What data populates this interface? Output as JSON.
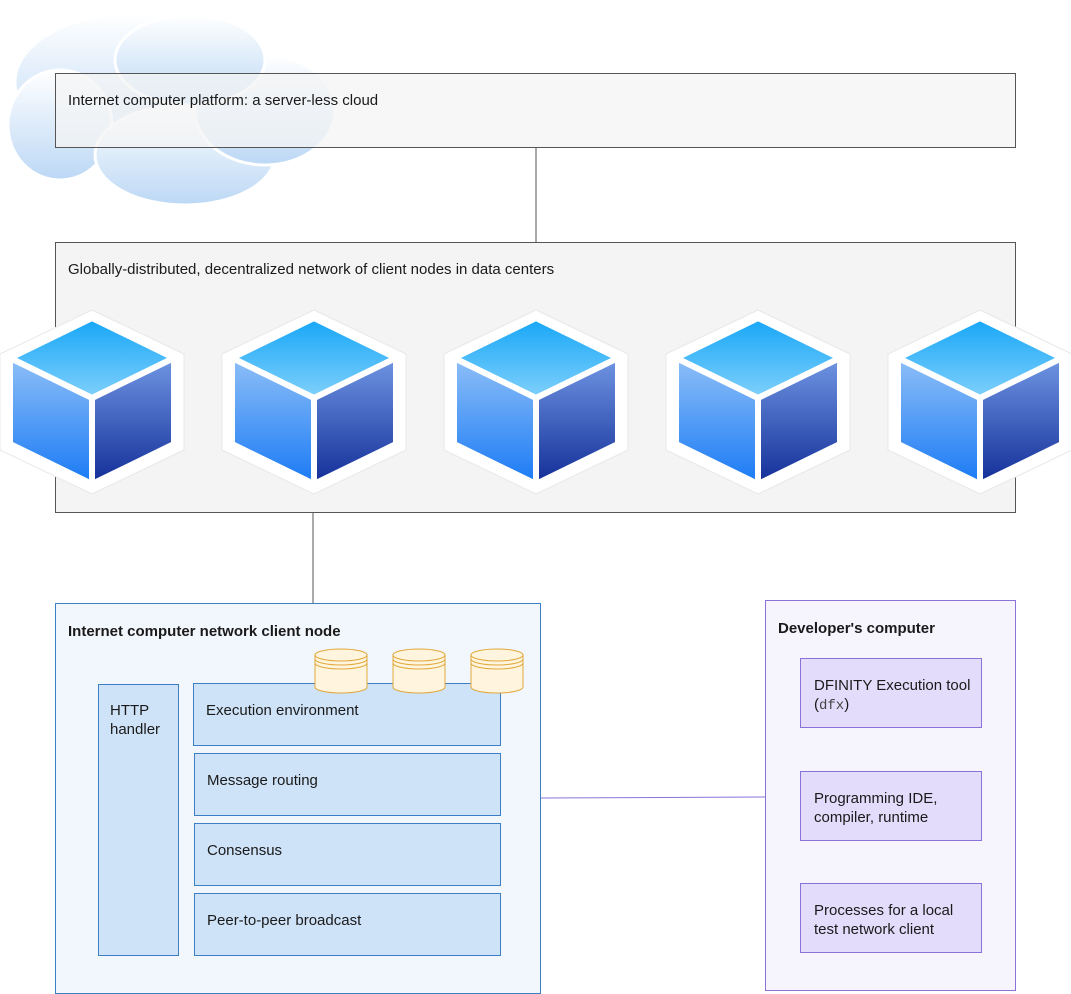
{
  "colors": {
    "cloud": "#c4dcf6",
    "cube_top": "#2ab0f8",
    "cube_left": "#2f8df6",
    "cube_right": "#1a3fa8",
    "db_fill": "#fff4de",
    "db_stroke": "#e0a83a",
    "connector": "#555555",
    "connector_purple": "#8a72d8"
  },
  "cloud_platform": {
    "title": "Internet computer platform: a server-less cloud"
  },
  "network": {
    "title": "Globally-distributed, decentralized network of client nodes in data centers",
    "node_count": 5
  },
  "client_node": {
    "title": "Internet computer network client node",
    "http_handler": "HTTP handler",
    "layers": [
      "Execution environment",
      "Message routing",
      "Consensus",
      "Peer-to-peer broadcast"
    ],
    "canister_count": 3
  },
  "developer": {
    "title": "Developer's computer",
    "dfx_text": "DFINITY Execution tool (",
    "dfx_code": "dfx",
    "dfx_close": ")",
    "ide": "Programming IDE, compiler, runtime",
    "processes": "Processes for a local test network client"
  }
}
